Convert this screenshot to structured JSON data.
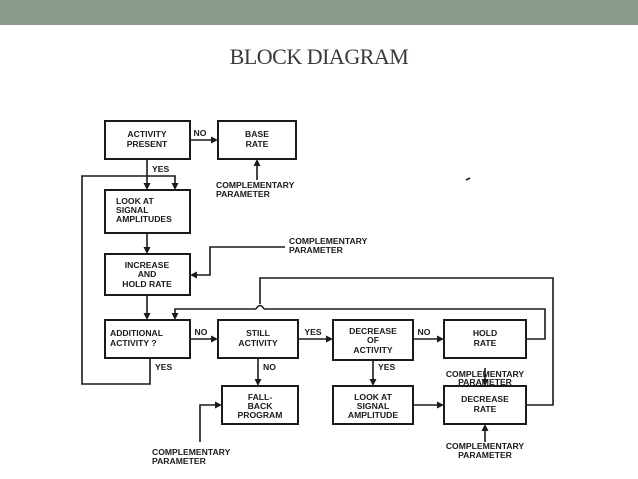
{
  "slide": {
    "title": "BLOCK DIAGRAM"
  },
  "boxes": {
    "activity_present": [
      "ACTIVITY",
      "PRESENT"
    ],
    "base_rate": [
      "BASE",
      "RATE"
    ],
    "look_signal_amplitudes": [
      "LOOK  AT",
      "SIGNAL",
      "AMPLITUDES"
    ],
    "increase_hold_rate": [
      "INCREASE",
      "AND",
      "HOLD RATE"
    ],
    "additional_activity": [
      "ADDITIONAL",
      "ACTIVITY  ?"
    ],
    "still_activity": [
      "STILL",
      "ACTIVITY"
    ],
    "decrease_activity": [
      "DECREASE",
      "OF",
      "ACTIVITY"
    ],
    "hold_rate": [
      "HOLD",
      "RATE"
    ],
    "fallback_program": [
      "FALL-",
      "BACK",
      "PROGRAM"
    ],
    "look_signal_amplitude": [
      "LOOK  AT",
      "SIGNAL",
      "AMPLITUDE"
    ],
    "decrease_rate": [
      "DECREASE",
      "RATE"
    ]
  },
  "branch_labels": {
    "no": "NO",
    "yes": "YES"
  },
  "complementary_parameter": [
    "COMPLEMENTARY",
    "PARAMETER"
  ]
}
